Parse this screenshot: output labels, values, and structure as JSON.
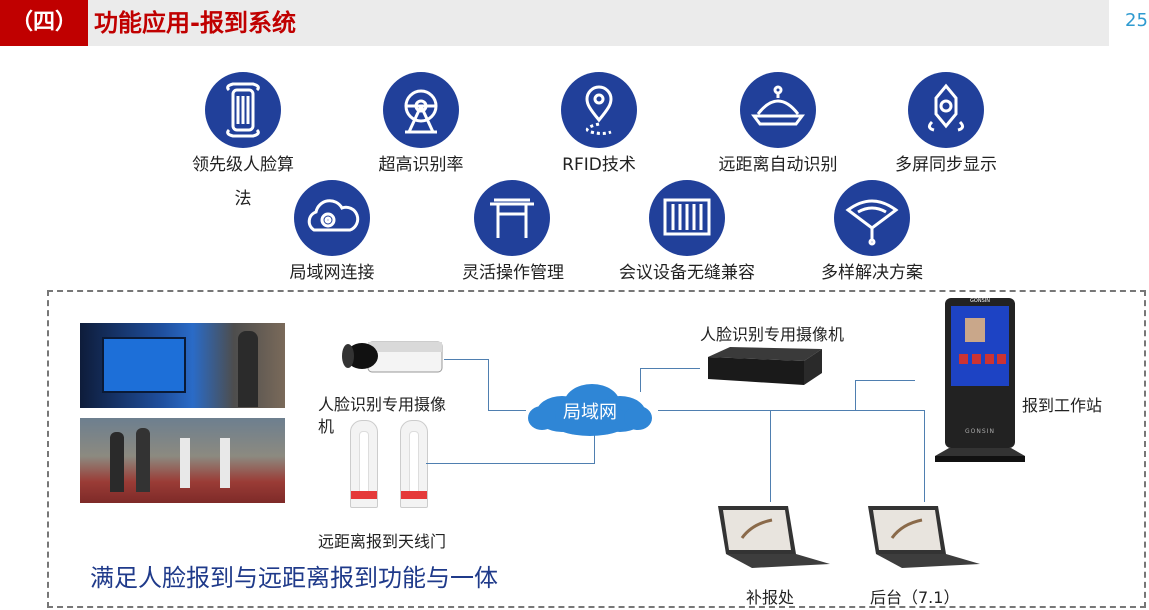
{
  "header": {
    "section_number": "（四）",
    "title": "功能应用-报到系统",
    "page_number": "25"
  },
  "features": [
    {
      "label": "领先级人脸算法",
      "icon": "scroll-icon"
    },
    {
      "label": "超高识别率",
      "icon": "ferris-wheel-icon"
    },
    {
      "label": "RFID技术",
      "icon": "location-pin-icon"
    },
    {
      "label": "远距离自动识别",
      "icon": "dome-icon"
    },
    {
      "label": "多屏同步显示",
      "icon": "ornament-icon"
    },
    {
      "label": "局域网连接",
      "icon": "cloud-swirl-icon"
    },
    {
      "label": "灵活操作管理",
      "icon": "gate-icon"
    },
    {
      "label": "会议设备无缝兼容",
      "icon": "screen-panel-icon"
    },
    {
      "label": "多样解决方案",
      "icon": "fan-icon"
    }
  ],
  "diagram": {
    "camera_label": "人脸识别专用摄像机",
    "network_label": "局域网",
    "box_camera_label": "人脸识别专用摄像机",
    "antenna_gate_label": "远距离报到天线门",
    "workstation_label": "报到工作站",
    "laptop1_label": "补报处",
    "laptop2_label": "后台（7.1）",
    "screen_brand": "GONSIN",
    "slogan": "满足人脸报到与远距离报到功能与一体"
  },
  "colors": {
    "accent_red": "#c00000",
    "icon_blue": "#21409a",
    "slogan_blue": "#1f3a8a",
    "line_blue": "#4f7fb0"
  }
}
